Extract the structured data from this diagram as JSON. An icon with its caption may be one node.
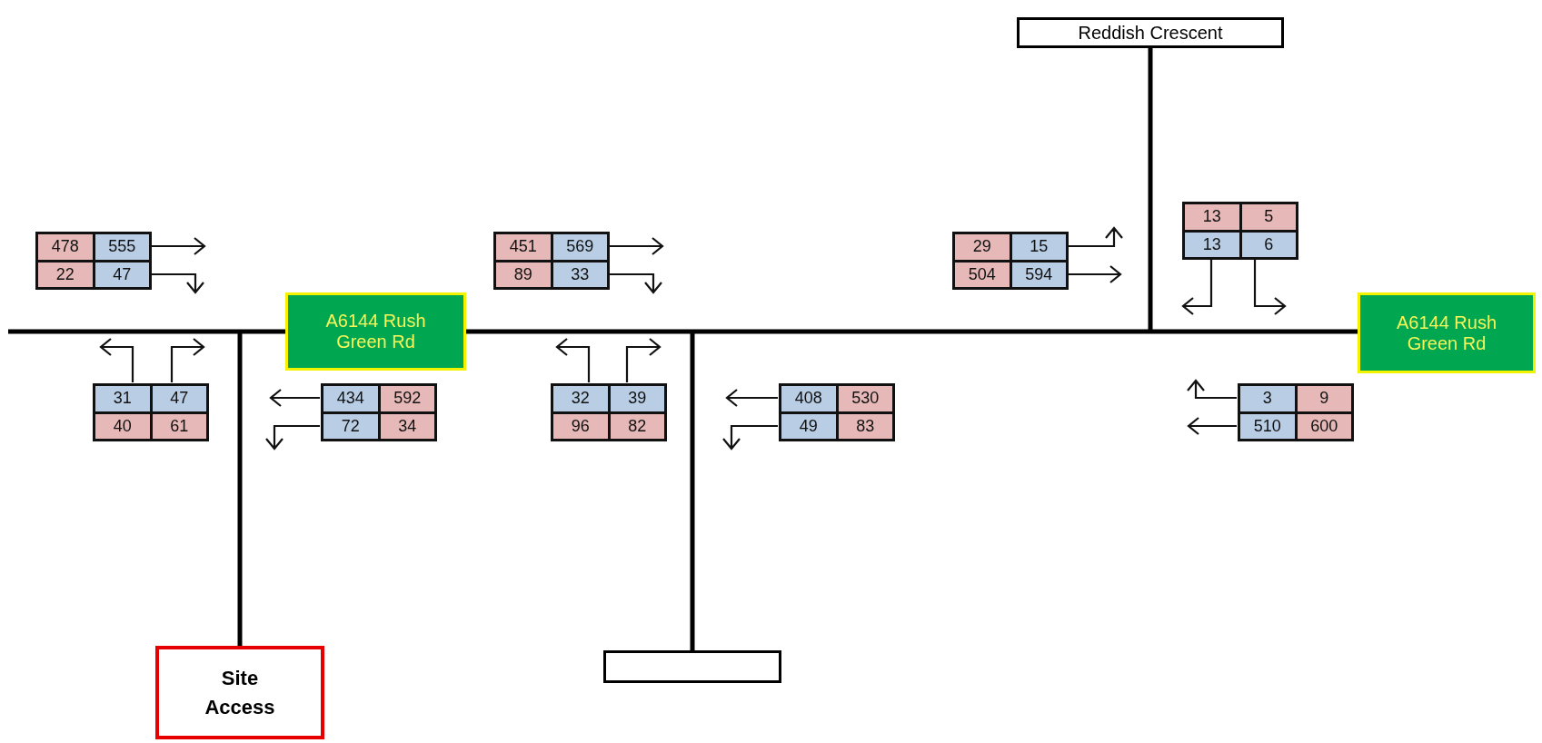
{
  "diagram": {
    "nodes": [
      {
        "text": [
          "Reddish Crescent"
        ]
      },
      {
        "text": [
          "A6144 Rush Green Rd"
        ]
      },
      {
        "text": [
          "A6144 Rush Green Rd"
        ]
      },
      {
        "text": [
          "Site Access"
        ]
      },
      {
        "text": [],
        "shape": "box"
      }
    ],
    "edges": [
      {
        "from": null,
        "to": 1,
        "arrow": "none"
      },
      {
        "from": 1,
        "to": 2,
        "arrow": "none"
      },
      {
        "from": 0,
        "to": null,
        "arrow": "none"
      },
      {
        "from": null,
        "to": 3,
        "arrow": "none"
      },
      {
        "from": null,
        "to": 4,
        "arrow": "none"
      }
    ],
    "labels": [
      "478",
      "555",
      "22",
      "47",
      "451",
      "569",
      "89",
      "33",
      "29",
      "15",
      "504",
      "594",
      "13",
      "5",
      "13",
      "6",
      "31",
      "47",
      "40",
      "61",
      "434",
      "592",
      "72",
      "34",
      "32",
      "39",
      "96",
      "82",
      "408",
      "530",
      "49",
      "83",
      "3",
      "9",
      "510",
      "600"
    ]
  }
}
